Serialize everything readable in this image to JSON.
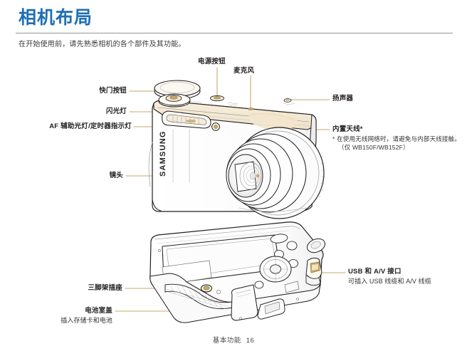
{
  "header": {
    "title": "相机布局",
    "subtitle": "在开始使用前，请先熟悉相机的各个部件及其功能。",
    "title_color": "#1e6fb3"
  },
  "colors": {
    "leader_line": "#c9a96b",
    "title_blue": "#1e6fb3",
    "rule_gray": "#8f9699",
    "outline": "#231f20",
    "panel_tint": "#f3e8d2"
  },
  "callouts": {
    "shutter_button": {
      "label": "快门按钮"
    },
    "power_button": {
      "label": "电源按钮"
    },
    "microphone": {
      "label": "麦克风"
    },
    "speaker": {
      "label": "扬声器"
    },
    "flash": {
      "label": "闪光灯"
    },
    "af_assist": {
      "label": "AF 辅助光灯/定时器指示灯"
    },
    "built_in_antenna": {
      "label": "内置天线*",
      "note": "* 在使用无线网络时，请避免与内部天线接触。（仅 WB150F/WB152F）"
    },
    "lens": {
      "label": "镜头"
    },
    "tripod_mount": {
      "label": "三脚架插座"
    },
    "battery_cover": {
      "label": "电池室盖",
      "sub": "插入存储卡和电池"
    },
    "usb_av_port": {
      "label": "USB 和 A/V 接口",
      "sub": "可插入 USB 线缆和 A/V 线缆"
    }
  },
  "brand": {
    "name": "SAMSUNG"
  },
  "footer": {
    "section": "基本功能",
    "page_number": "16"
  }
}
